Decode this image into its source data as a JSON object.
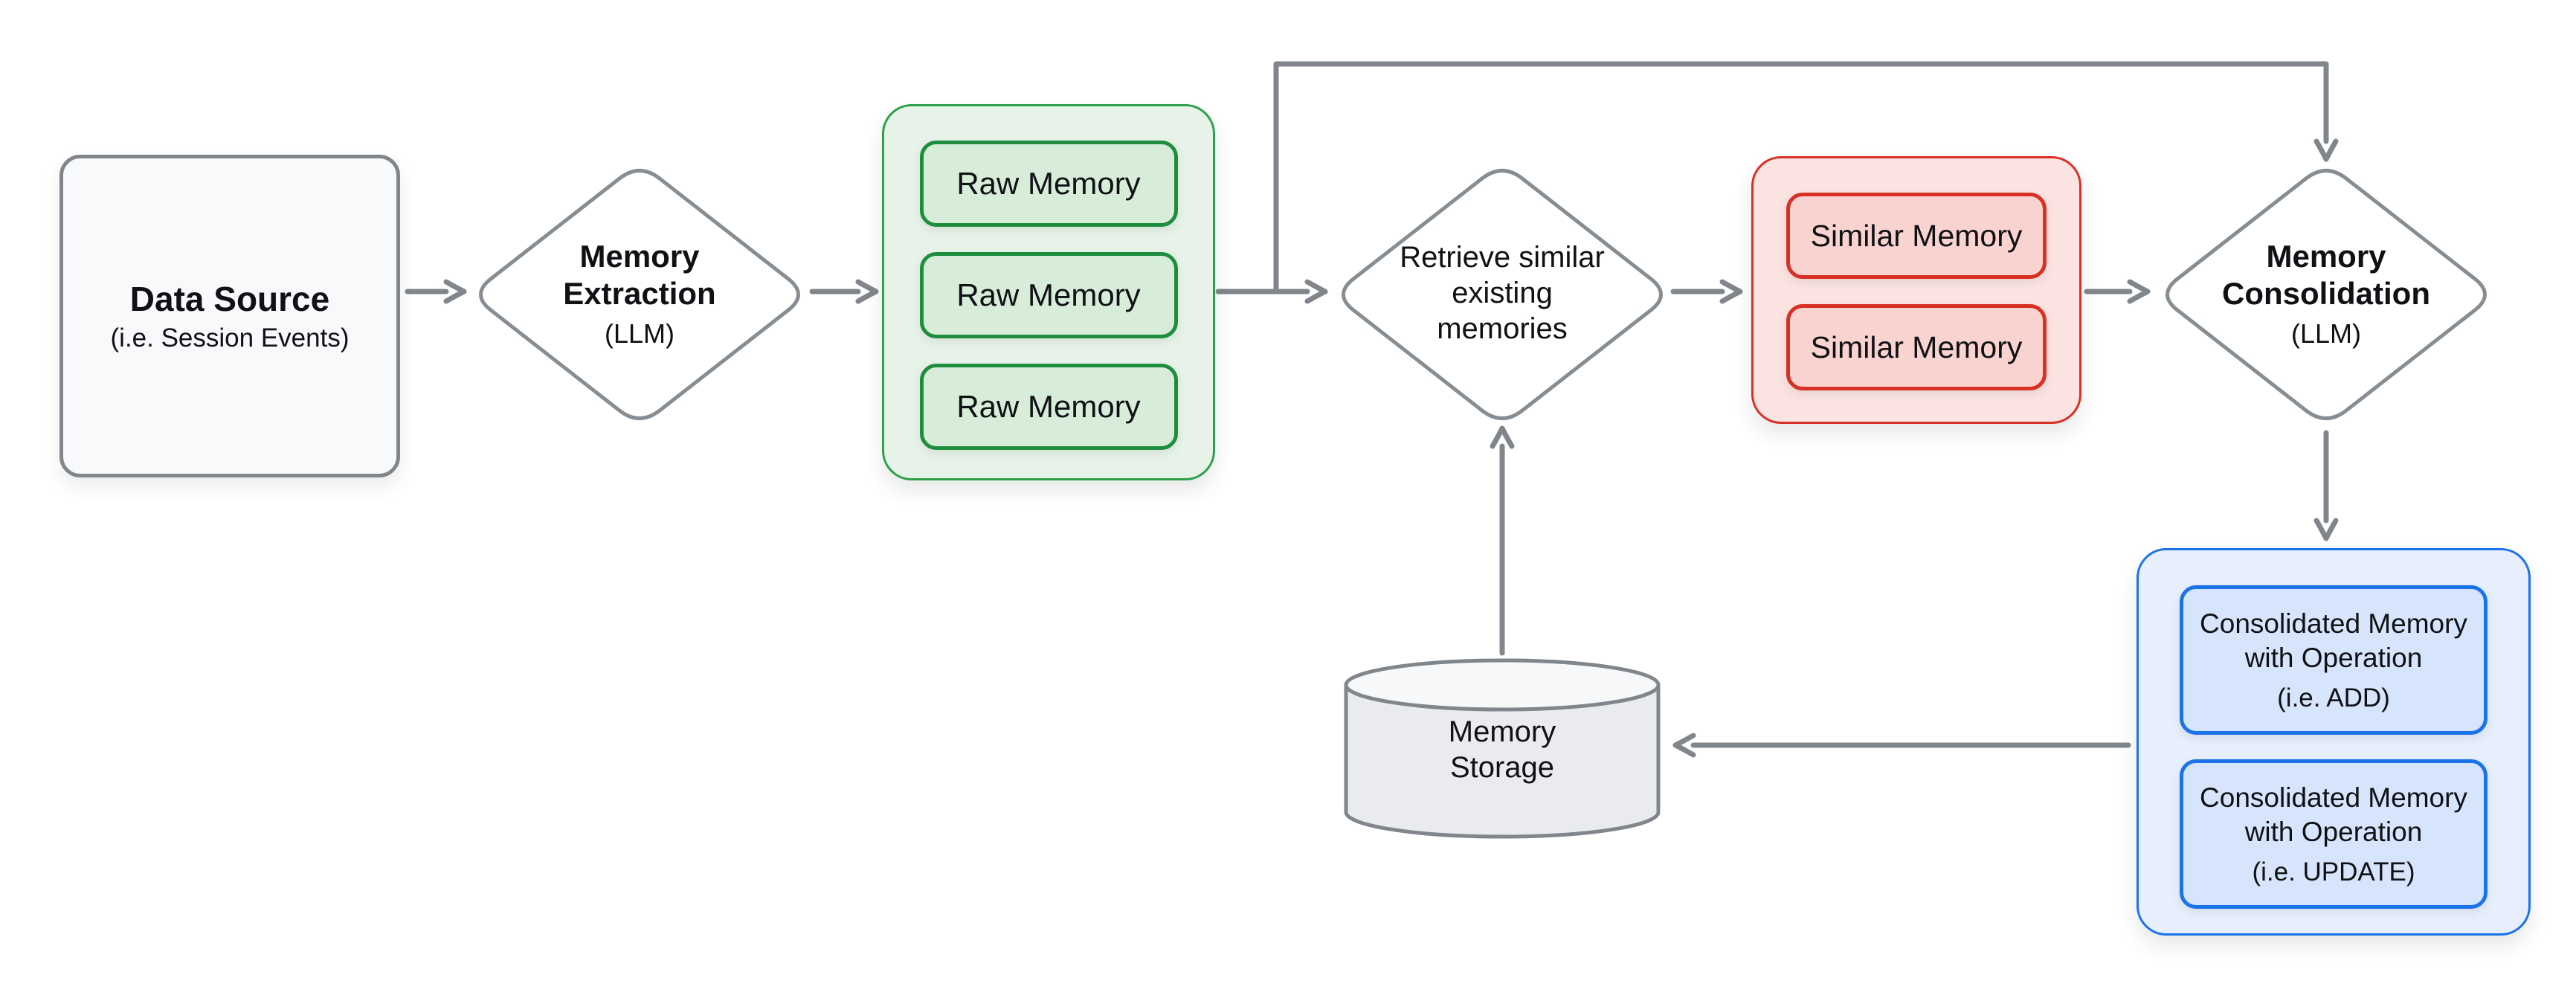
{
  "nodes": {
    "data_source": {
      "title": "Data Source",
      "subtitle": "(i.e. Session Events)"
    },
    "memory_extraction": {
      "line1": "Memory",
      "line2": "Extraction",
      "subtitle": "(LLM)"
    },
    "raw_memories": {
      "items": [
        "Raw Memory",
        "Raw Memory",
        "Raw Memory"
      ]
    },
    "retrieve_similar": {
      "line1": "Retrieve similar",
      "line2": "existing",
      "line3": "memories"
    },
    "similar_memories": {
      "items": [
        "Similar Memory",
        "Similar Memory"
      ]
    },
    "memory_consolidation": {
      "line1": "Memory",
      "line2": "Consolidation",
      "subtitle": "(LLM)"
    },
    "consolidated_memories": {
      "items": [
        {
          "line1": "Consolidated Memory",
          "line2": "with Operation",
          "subtitle": "(i.e. ADD)"
        },
        {
          "line1": "Consolidated Memory",
          "line2": "with Operation",
          "subtitle": "(i.e. UPDATE)"
        }
      ]
    },
    "memory_storage": {
      "line1": "Memory",
      "line2": "Storage"
    }
  },
  "colors": {
    "arrow_gray": "#80868b",
    "shape_border_gray": "#868d93",
    "box_fill_gray": "#f8f9fa",
    "green_border": "#1e8e3e",
    "green_container_fill": "#e7f3e8",
    "green_chip_fill": "#d7edda",
    "red_border": "#d93025",
    "red_container_fill": "#fbe3e1",
    "red_chip_fill": "#f9d3d0",
    "blue_border": "#1a73e8",
    "blue_container_fill": "#e7effc",
    "blue_chip_fill": "#d6e5fc",
    "cylinder_body_fill": "#e9ebee",
    "cylinder_top_fill": "#f7f8f9",
    "text_color": "#101114"
  }
}
